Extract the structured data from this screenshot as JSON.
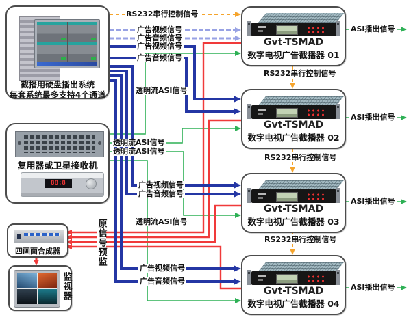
{
  "colors": {
    "rs232_orange": "#f5a42c",
    "light_blue": "#98a2e4",
    "dark_blue": "#2436a4",
    "green": "#2db055",
    "red": "#f03a3a",
    "box_border": "#4c4c4c"
  },
  "playout_system": {
    "caption_line1": "截播用硬盘播出系统",
    "caption_line2": "每套系统最多支持4个通道"
  },
  "mux": {
    "caption": "复用器或卫星接收机"
  },
  "quad_synth": {
    "caption": "四画面合成器"
  },
  "monitor": {
    "caption": "监视器"
  },
  "signals": {
    "rs232": "RS232串行控制信号",
    "ad_video": "广告视频信号",
    "ad_audio": "广告音频信号",
    "transparent_asi": "透明流ASI信号",
    "asi_out": "ASI播出信号",
    "source_preview": "原信号预监"
  },
  "devices": [
    {
      "model": "Gvt-TSMAD",
      "name": "数字电视广告截播器 01"
    },
    {
      "model": "Gvt-TSMAD",
      "name": "数字电视广告截播器 02"
    },
    {
      "model": "Gvt-TSMAD",
      "name": "数字电视广告截播器 03"
    },
    {
      "model": "Gvt-TSMAD",
      "name": "数字电视广告截播器 04"
    }
  ]
}
